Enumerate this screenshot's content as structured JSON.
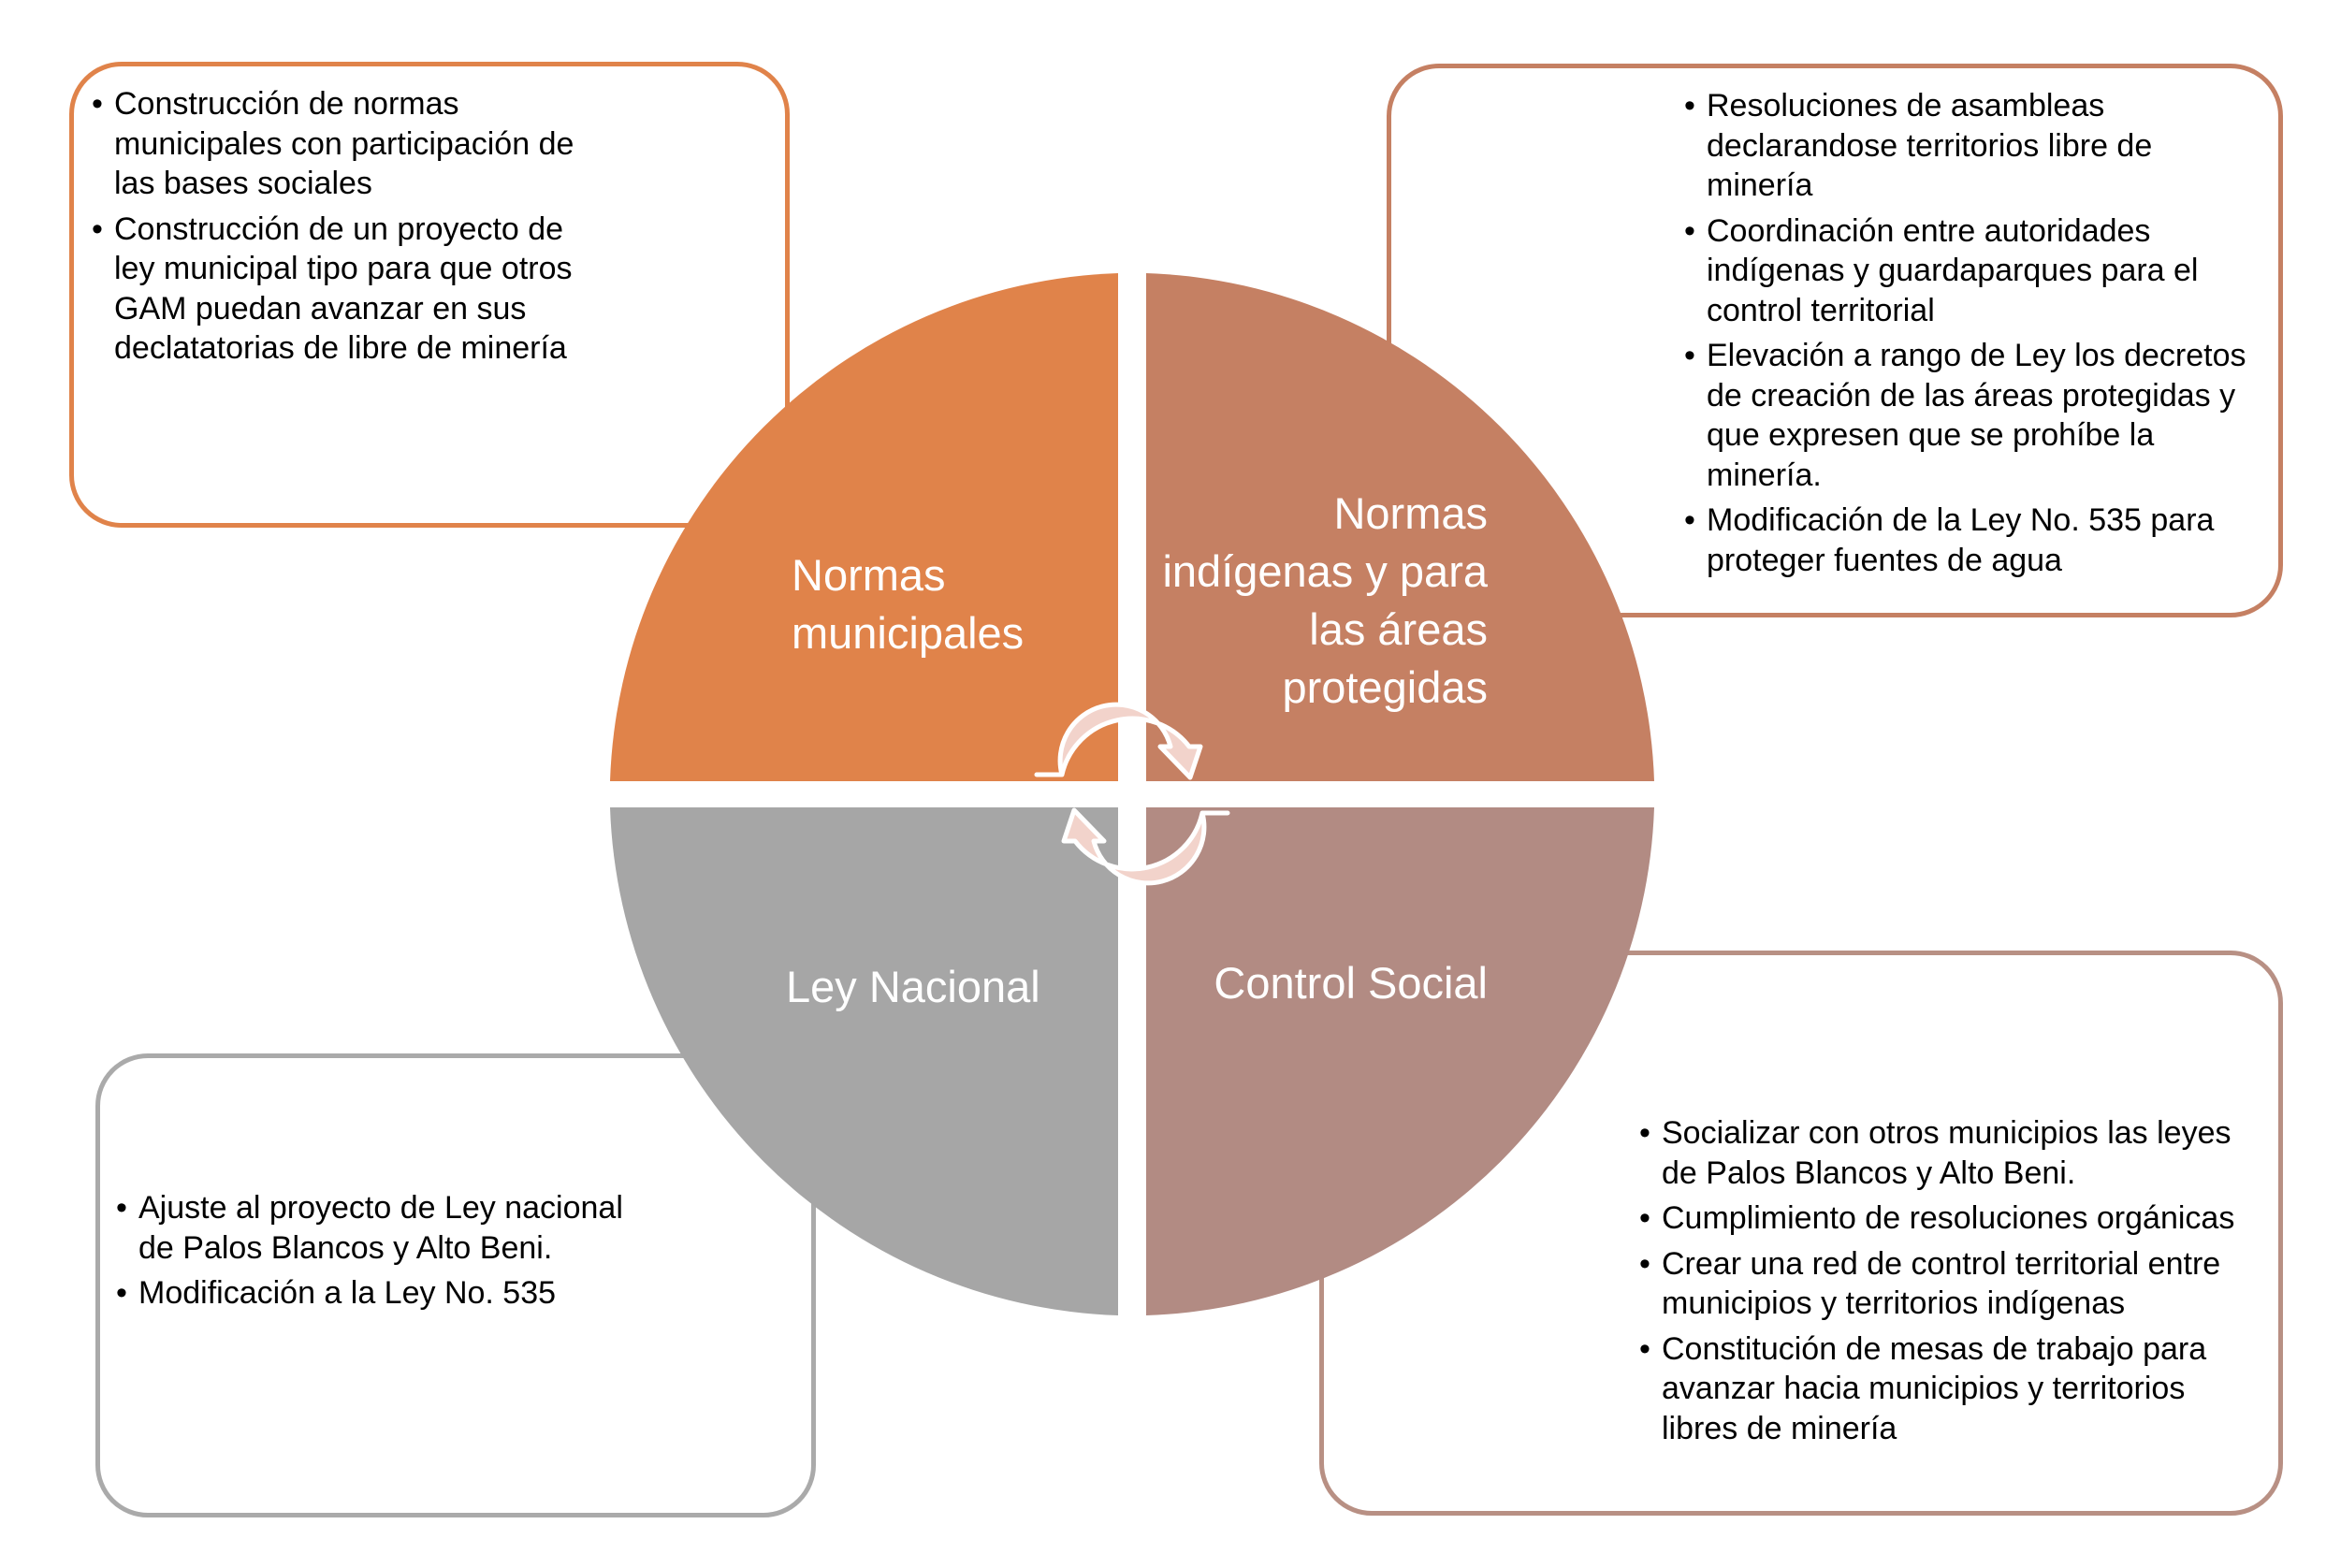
{
  "colors": {
    "q_top_left": "#E0834A",
    "q_top_right": "#C58063",
    "q_bottom_left": "#A6A6A6",
    "q_bottom_right": "#B28B83",
    "cycle_arrows": "#F2D3CB"
  },
  "quadrants": {
    "top_left": "Normas municipales",
    "top_right": "Normas indígenas y para las áreas protegidas",
    "bottom_left": "Ley Nacional",
    "bottom_right": "Control Social"
  },
  "boxes": {
    "top_left": {
      "items": [
        "Construcción de normas municipales con participación de las bases sociales",
        "Construcción de un proyecto de ley municipal tipo  para que otros GAM puedan avanzar en sus declatatorias de libre de minería"
      ]
    },
    "top_right": {
      "items": [
        "Resoluciones de asambleas declarandose territorios libre de minería",
        "Coordinación entre autoridades indígenas y guardaparques para el control territorial",
        "Elevación a rango de Ley los decretos de creación de las áreas protegidas y que expresen que se prohíbe la minería.",
        "Modificación de la Ley No. 535 para proteger fuentes de agua"
      ]
    },
    "bottom_left": {
      "items": [
        "Ajuste al proyecto de Ley nacional de Palos Blancos y Alto Beni.",
        "Modificación a la Ley No. 535"
      ]
    },
    "bottom_right": {
      "items": [
        "Socializar con otros municipios las leyes de Palos Blancos y Alto Beni.",
        "Cumplimiento de resoluciones orgánicas",
        "Crear una red de control territorial entre municipios y territorios indígenas",
        "Constitución de mesas de trabajo para avanzar hacia municipios y territorios libres de minería"
      ]
    }
  }
}
